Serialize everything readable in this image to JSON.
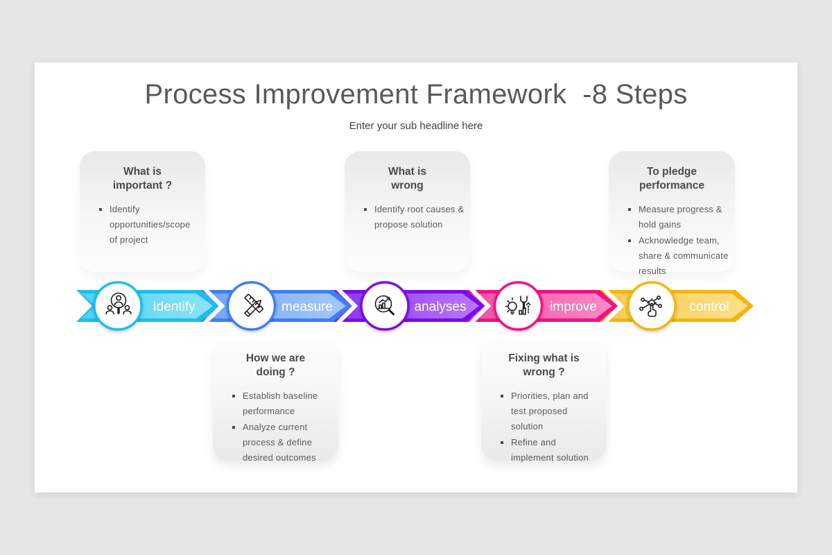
{
  "page": {
    "background": "#e7e6e6",
    "slide_background": "#ffffff"
  },
  "header": {
    "title": "Process Improvement Framework  -8 Steps",
    "subtitle": "Enter your sub headline here"
  },
  "steps": [
    {
      "label": "Identify",
      "icon": "people-search-icon",
      "colors": {
        "outer": "#1abfea",
        "inner_from": "#4fd2f3",
        "inner_to": "#8ce3f8"
      }
    },
    {
      "label": "measure",
      "icon": "pencil-ruler-icon",
      "colors": {
        "outer": "#3d7ef2",
        "inner_from": "#6fa5f6",
        "inner_to": "#a5c8fb"
      }
    },
    {
      "label": "analyses",
      "icon": "chart-magnifier-icon",
      "colors": {
        "outer": "#7a0bf0",
        "inner_from": "#8d33f3",
        "inner_to": "#b678f9"
      }
    },
    {
      "label": "improve",
      "icon": "bulb-wrench-icon",
      "colors": {
        "outer": "#f40f87",
        "inner_from": "#f64da4",
        "inner_to": "#fa8ac4"
      }
    },
    {
      "label": "control",
      "icon": "hand-network-icon",
      "colors": {
        "outer": "#f6b40c",
        "inner_from": "#f9cc4c",
        "inner_to": "#fcdf8a"
      }
    }
  ],
  "cards": [
    {
      "heading_line1": "What is",
      "heading_line2": "important ?",
      "bullets": [
        "Identify opportunities/scope of project"
      ]
    },
    {
      "heading_line1": "What is",
      "heading_line2": "wrong",
      "bullets": [
        "Identify root causes & propose solution"
      ]
    },
    {
      "heading_line1": "To pledge",
      "heading_line2": "performance",
      "bullets": [
        "Measure progress & hold gains",
        "Acknowledge team, share & communicate results"
      ]
    },
    {
      "heading_line1": "How we are",
      "heading_line2": "doing ?",
      "bullets": [
        "Establish baseline performance",
        "Analyze current process & define desired outcomes"
      ]
    },
    {
      "heading_line1": "Fixing what is",
      "heading_line2": "wrong ?",
      "bullets": [
        "Priorities, plan and test proposed solution",
        "Refine and implement solution"
      ]
    }
  ]
}
